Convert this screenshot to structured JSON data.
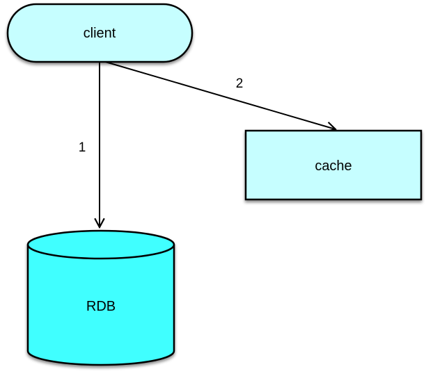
{
  "diagram": {
    "title": "client-cache-rdb flow diagram",
    "background_color": "#ffffff",
    "stroke_color": "#000000",
    "nodes": {
      "client": {
        "label": "client",
        "shape": "rounded-pill",
        "fill": "#c6feff"
      },
      "cache": {
        "label": "cache",
        "shape": "rectangle",
        "fill": "#c6feff"
      },
      "rdb": {
        "label": "RDB",
        "shape": "cylinder",
        "fill": "#40ffff"
      }
    },
    "edges": [
      {
        "from": "client",
        "to": "rdb",
        "label": "1",
        "arrowhead": "open-vee"
      },
      {
        "from": "client",
        "to": "cache",
        "label": "2",
        "arrowhead": "open-vee"
      }
    ]
  }
}
